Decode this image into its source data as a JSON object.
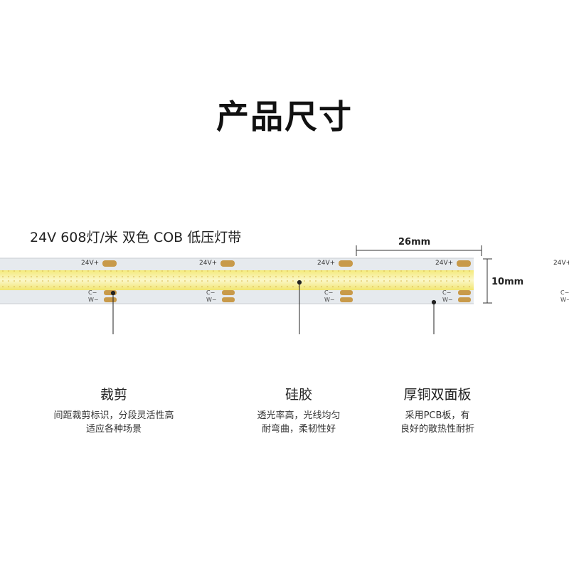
{
  "title": "产品尺寸",
  "product_name": "24V 608灯/米 双色 COB 低压灯带",
  "dimensions": {
    "width_label": "26mm",
    "height_label": "10mm"
  },
  "strip_markings": {
    "positive": "24V+",
    "negative_c": "C−",
    "negative_w": "W−"
  },
  "features": [
    {
      "name": "裁剪",
      "lines": [
        "间距裁剪标识，分段灵活性高",
        "适应各种场景"
      ]
    },
    {
      "name": "硅胶",
      "lines": [
        "透光率高，光线均匀",
        "耐弯曲，柔韧性好"
      ]
    },
    {
      "name": "厚铜双面板",
      "lines": [
        "采用PCB板，有",
        "良好的散热性耐折"
      ]
    }
  ],
  "colors": {
    "led_band": "#f6ef8c",
    "pcb": "#e8ecef",
    "copper_pad": "#c89a4a"
  }
}
